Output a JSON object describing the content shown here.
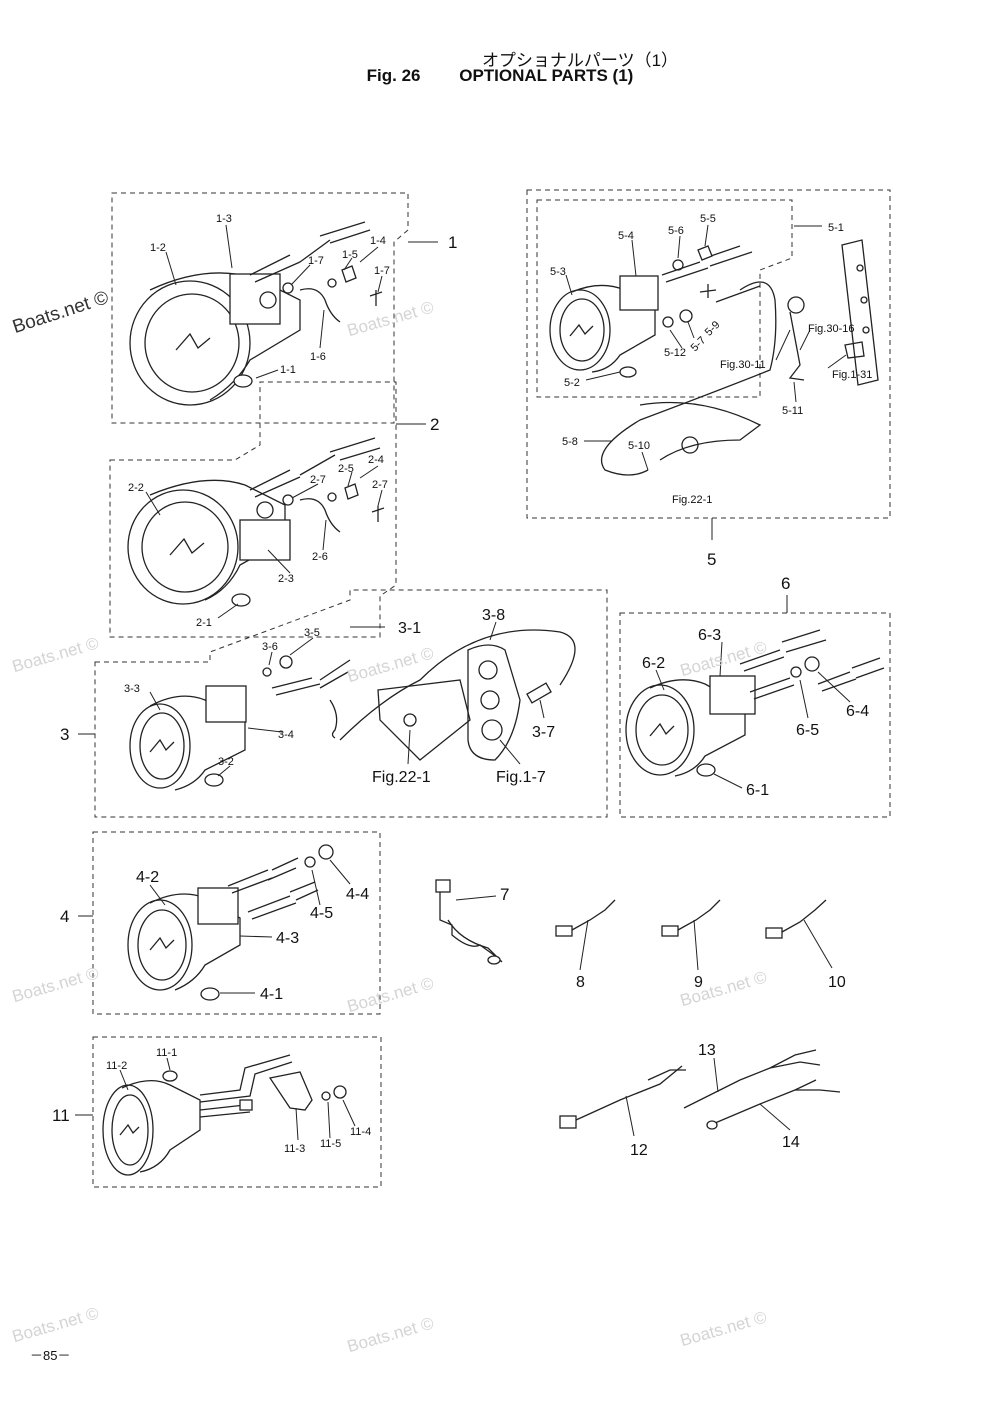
{
  "header": {
    "title_jp": "オプショナルパーツ（1）",
    "fig_label": "Fig. 26",
    "title_en": "OPTIONAL PARTS (1)"
  },
  "watermark": "Boats.net ©",
  "page_number": "－85－",
  "groups": {
    "g1": {
      "main": "1",
      "parts": [
        "1-1",
        "1-2",
        "1-3",
        "1-4",
        "1-5",
        "1-6",
        "1-7",
        "1-7"
      ]
    },
    "g2": {
      "main": "2",
      "parts": [
        "2-1",
        "2-2",
        "2-3",
        "2-4",
        "2-5",
        "2-6",
        "2-7",
        "2-7"
      ]
    },
    "g3": {
      "main": "3",
      "parts": [
        "3-1",
        "3-2",
        "3-3",
        "3-4",
        "3-5",
        "3-6",
        "3-7",
        "3-8"
      ],
      "refs": [
        "Fig.22-1",
        "Fig.1-7"
      ]
    },
    "g4": {
      "main": "4",
      "parts": [
        "4-1",
        "4-2",
        "4-3",
        "4-4",
        "4-5"
      ]
    },
    "g5": {
      "main": "5",
      "parts": [
        "5-1",
        "5-2",
        "5-3",
        "5-4",
        "5-5",
        "5-6",
        "5-7",
        "5-8",
        "5-9",
        "5-10",
        "5-11",
        "5-12"
      ],
      "refs": [
        "Fig.30-16",
        "Fig.30-11",
        "Fig.1-31",
        "Fig.22-1"
      ]
    },
    "g6": {
      "main": "6",
      "parts": [
        "6-1",
        "6-2",
        "6-3",
        "6-4",
        "6-5"
      ]
    },
    "g11": {
      "main": "11",
      "parts": [
        "11-1",
        "11-2",
        "11-3",
        "11-4",
        "11-5"
      ]
    },
    "loose": [
      "7",
      "8",
      "9",
      "10",
      "12",
      "13",
      "14"
    ]
  }
}
